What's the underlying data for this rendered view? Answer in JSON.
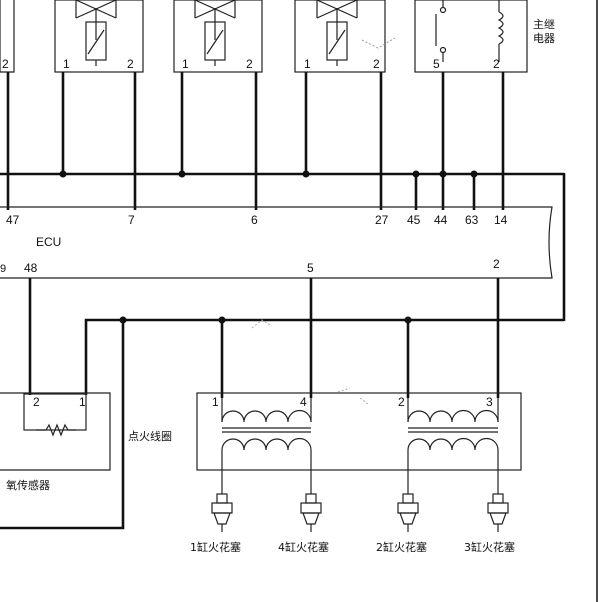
{
  "diagram": {
    "relays": [
      {
        "pin_left": "2"
      },
      {
        "pin_left": "1",
        "pin_right": "2"
      },
      {
        "pin_left": "1",
        "pin_right": "2"
      },
      {
        "pin_left": "1",
        "pin_right": "2"
      }
    ],
    "main_relay": {
      "label_line1": "主继",
      "label_line2": "电器",
      "pin_left": "5",
      "pin_right": "2"
    },
    "ecu": {
      "label": "ECU",
      "top_pins": [
        "47",
        "7",
        "6",
        "27",
        "45",
        "44",
        "63",
        "14"
      ],
      "bottom_pins": [
        "48",
        "5",
        "2"
      ],
      "left_cut_glyph": "9"
    },
    "o2_sensor": {
      "label": "氧传感器",
      "pin_left": "2",
      "pin_right": "1"
    },
    "ignition_coil": {
      "label": "点火线圈",
      "pins": [
        "1",
        "4",
        "2",
        "3"
      ]
    },
    "spark_plugs": [
      "1缸火花塞",
      "4缸火花塞",
      "2缸火花塞",
      "3缸火花塞"
    ]
  }
}
